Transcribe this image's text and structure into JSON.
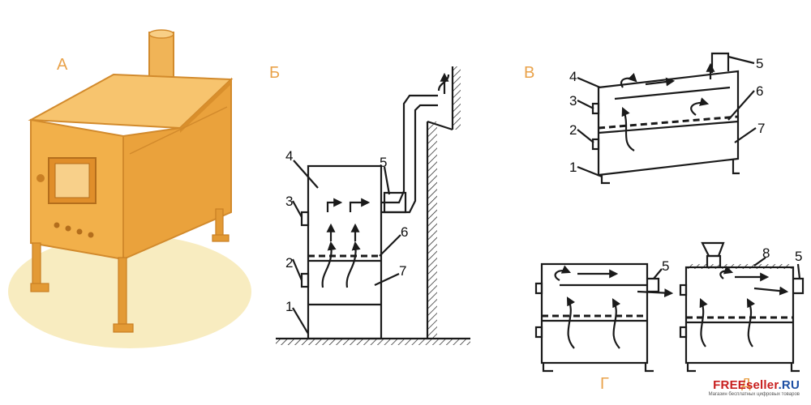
{
  "panels": {
    "a": "А",
    "b": "Б",
    "v": "В",
    "g": "Г",
    "d": "д"
  },
  "labels_b": [
    "1",
    "2",
    "3",
    "4",
    "5",
    "6",
    "7"
  ],
  "labels_v": [
    "1",
    "2",
    "3",
    "4",
    "5",
    "6",
    "7"
  ],
  "labels_g": [
    "5"
  ],
  "labels_d": [
    "8",
    "5"
  ],
  "watermark": {
    "brand": "FREEseller",
    "suffix": ".RU",
    "tagline": "Магазин бесплатных цифровых товаров"
  },
  "colors": {
    "stove": "#f2b04a",
    "stove_dark": "#e08e2a",
    "floor": "#f6e7b0",
    "ink": "#1a1a1a"
  }
}
